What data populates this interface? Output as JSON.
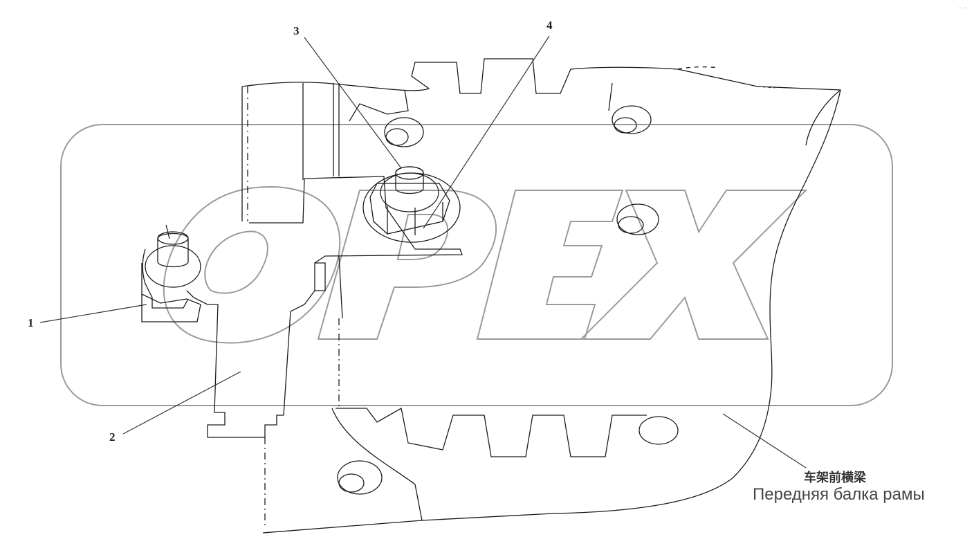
{
  "watermark": "OPEX",
  "callouts": {
    "c1": "1",
    "c2": "2",
    "c3": "3",
    "c4": "4"
  },
  "part_label": {
    "chinese": "车架前横梁",
    "russian": "Передняя балка рамы"
  },
  "corner_mark": "·· ··",
  "colors": {
    "line": "#1a1a1a",
    "watermark": "#9a9a9a",
    "leader": "#333333"
  }
}
